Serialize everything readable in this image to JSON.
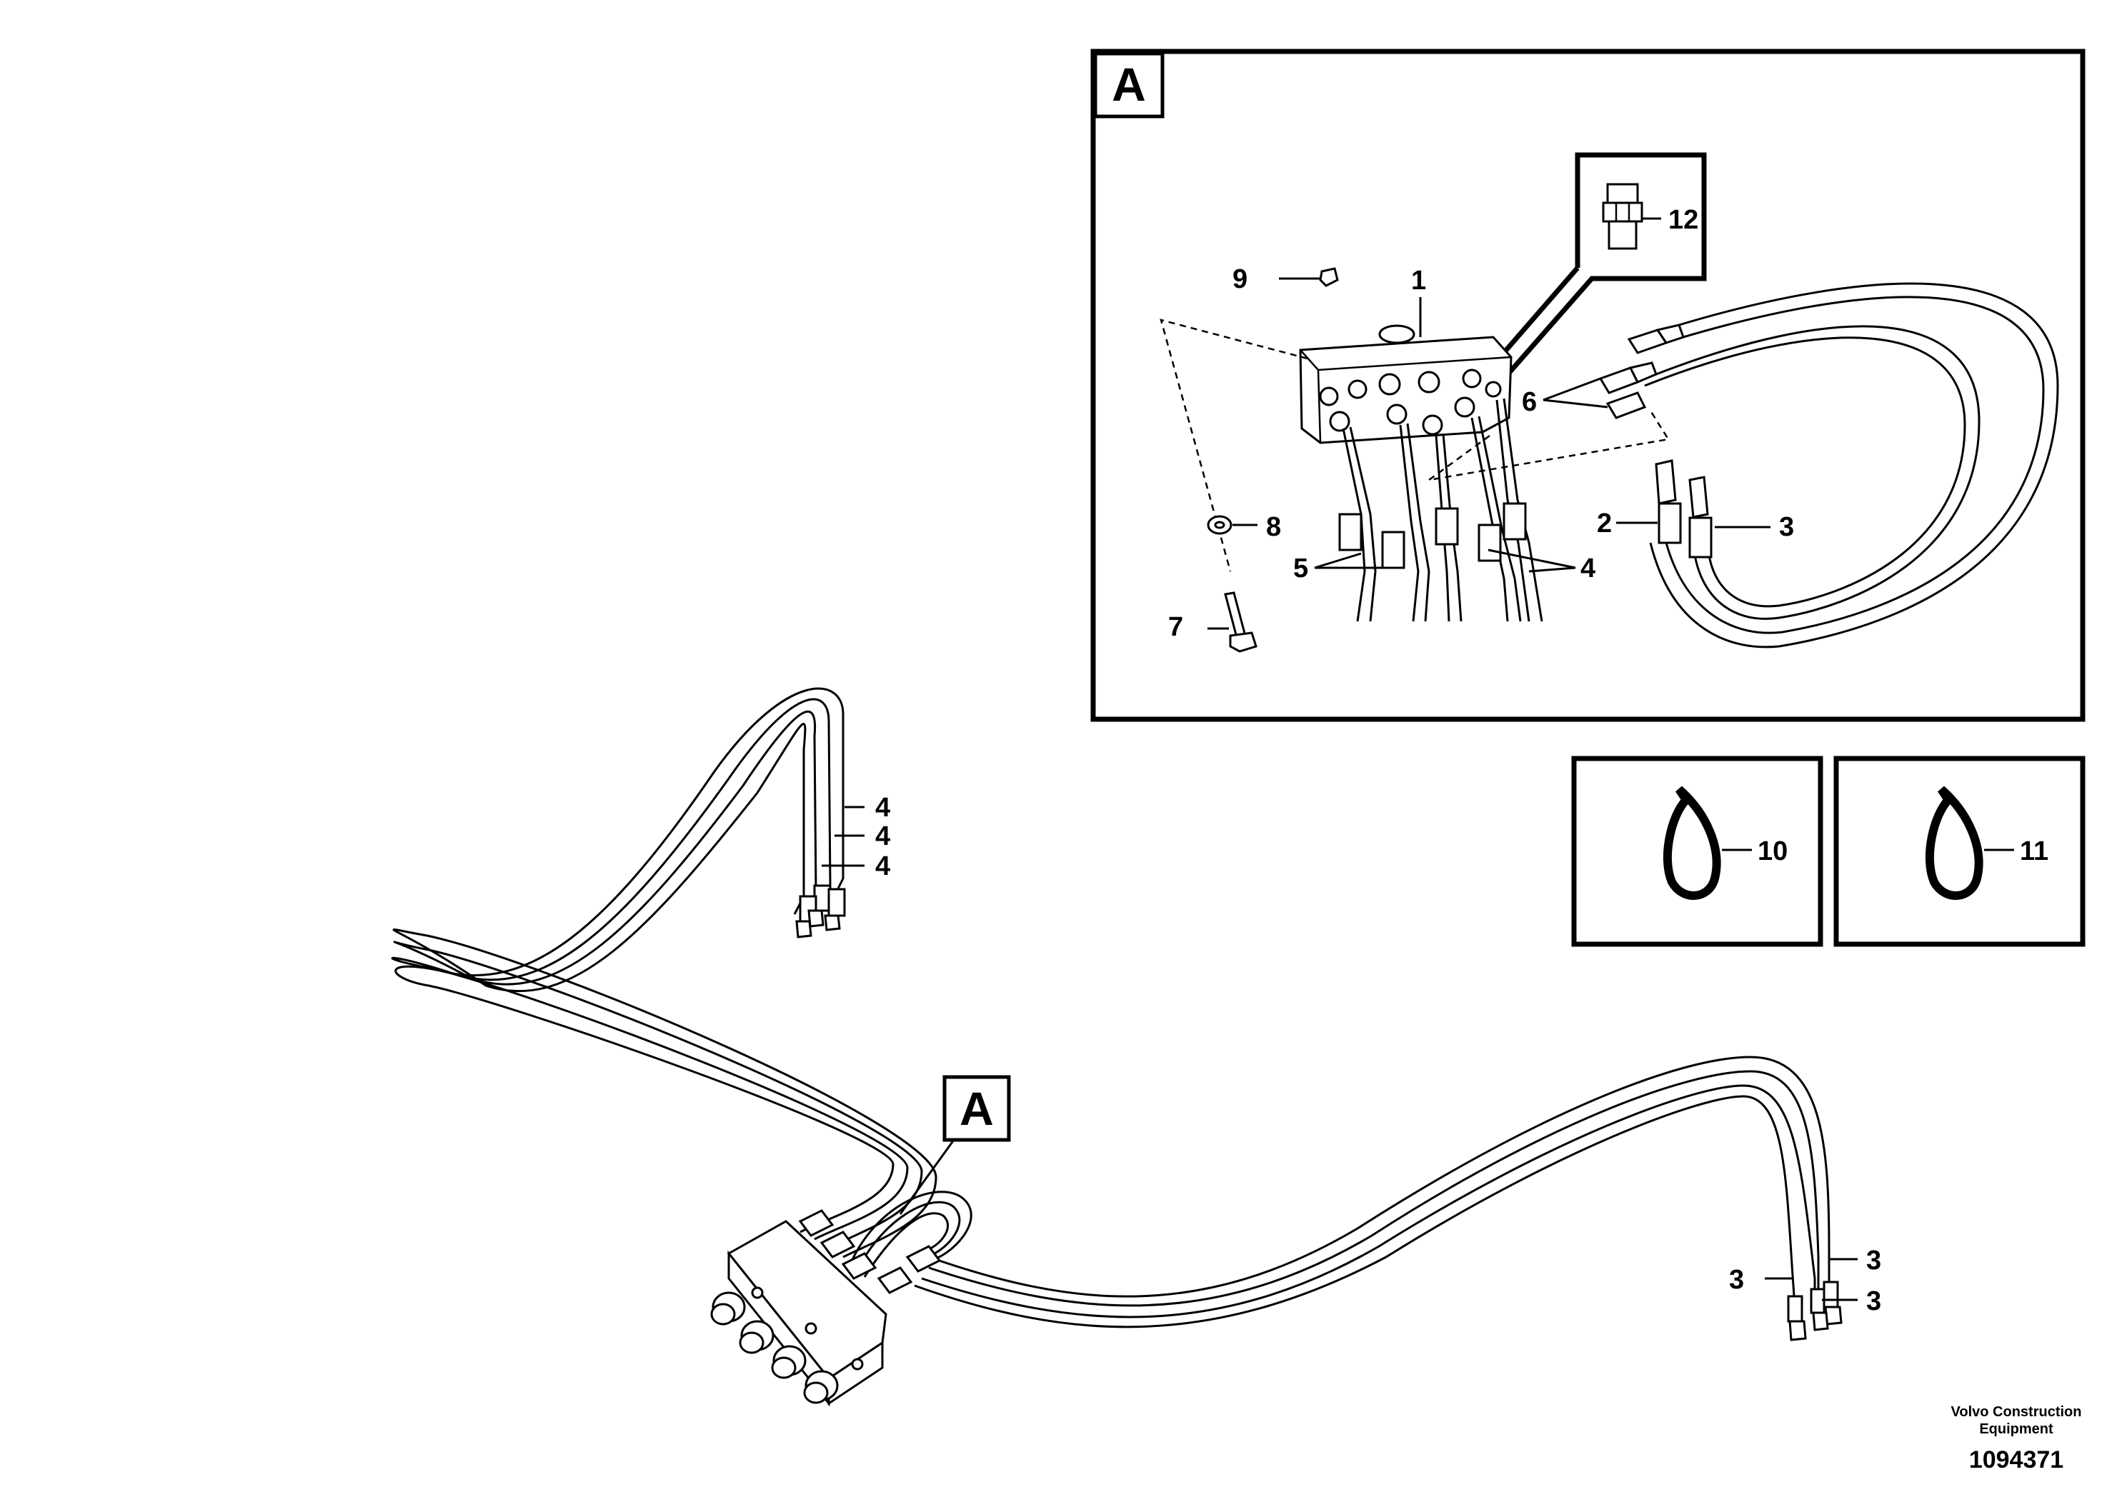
{
  "view_marker": "A",
  "detail_view_marker": "A",
  "labels": {
    "p1": "1",
    "p2": "2",
    "p3": "3",
    "p4": "4",
    "p5": "5",
    "p6": "6",
    "p7": "7",
    "p8": "8",
    "p9": "9",
    "p10": "10",
    "p11": "11",
    "p12": "12"
  },
  "main_labels": {
    "hose4_a": "4",
    "hose4_b": "4",
    "hose4_c": "4",
    "hose3_a": "3",
    "hose3_b": "3",
    "hose3_c": "3"
  },
  "footer": {
    "company_line1": "Volvo Construction",
    "company_line2": "Equipment",
    "doc_number": "1094371"
  }
}
